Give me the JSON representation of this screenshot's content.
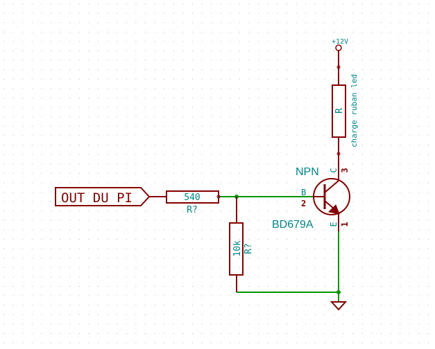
{
  "colors": {
    "background": "#ffffff",
    "grid_dot": "#b4b4b4",
    "component": "#840000",
    "wire": "#009600",
    "text": "#008484",
    "label_body": "#840000"
  },
  "global_label": {
    "text": "OUT DU PI"
  },
  "resistor_series": {
    "value": "540",
    "ref": "R?"
  },
  "resistor_pulldown": {
    "value": "10k",
    "ref": "R?"
  },
  "resistor_led": {
    "value": "R",
    "ref": "charge ruban led"
  },
  "power": {
    "text": "+12V"
  },
  "transistor": {
    "type": "NPN",
    "part": "BD679A",
    "pin_b_name": "B",
    "pin_b_num": "2",
    "pin_c_name": "C",
    "pin_c_num": "3",
    "pin_e_name": "E",
    "pin_e_num": "1"
  },
  "icons": {
    "ground": "ground-symbol-icon",
    "power": "power-flag-icon"
  }
}
